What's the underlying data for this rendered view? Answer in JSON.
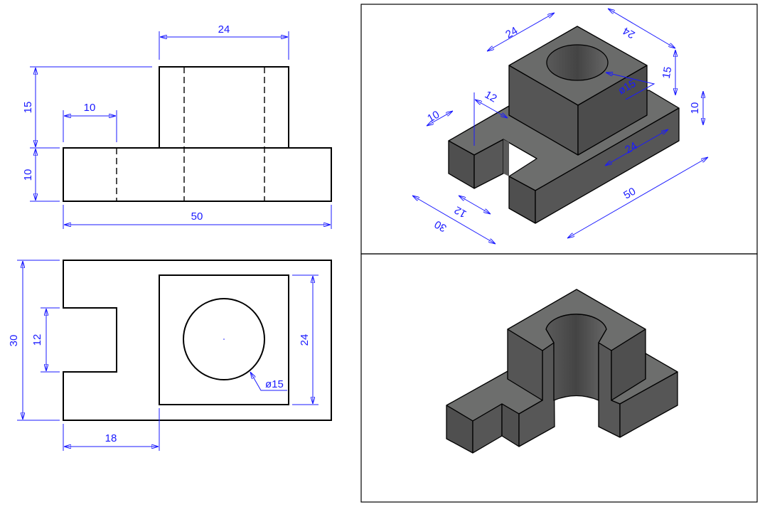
{
  "colors": {
    "dimension": "#1a1aff",
    "outline": "#000000",
    "face_top": "#6d6e6d",
    "face_side": "#555555",
    "face_dark": "#4d4d4d"
  },
  "front_view": {
    "width_top": "24",
    "height_top": "15",
    "offset_left": "10",
    "height_base": "10",
    "width_total": "50"
  },
  "top_view": {
    "depth_total": "30",
    "notch_width": "12",
    "square_size": "24",
    "offset": "18",
    "hole_diameter": "ø15"
  },
  "isometric_view": {
    "top_width": "24",
    "top_depth": "24",
    "top_height": "15",
    "hole_diameter": "ø15",
    "base_height": "10",
    "base_offset": "24",
    "length": "50",
    "depth": "30",
    "notch_width_front": "12",
    "notch_depth": "10",
    "notch_width_back": "12"
  }
}
